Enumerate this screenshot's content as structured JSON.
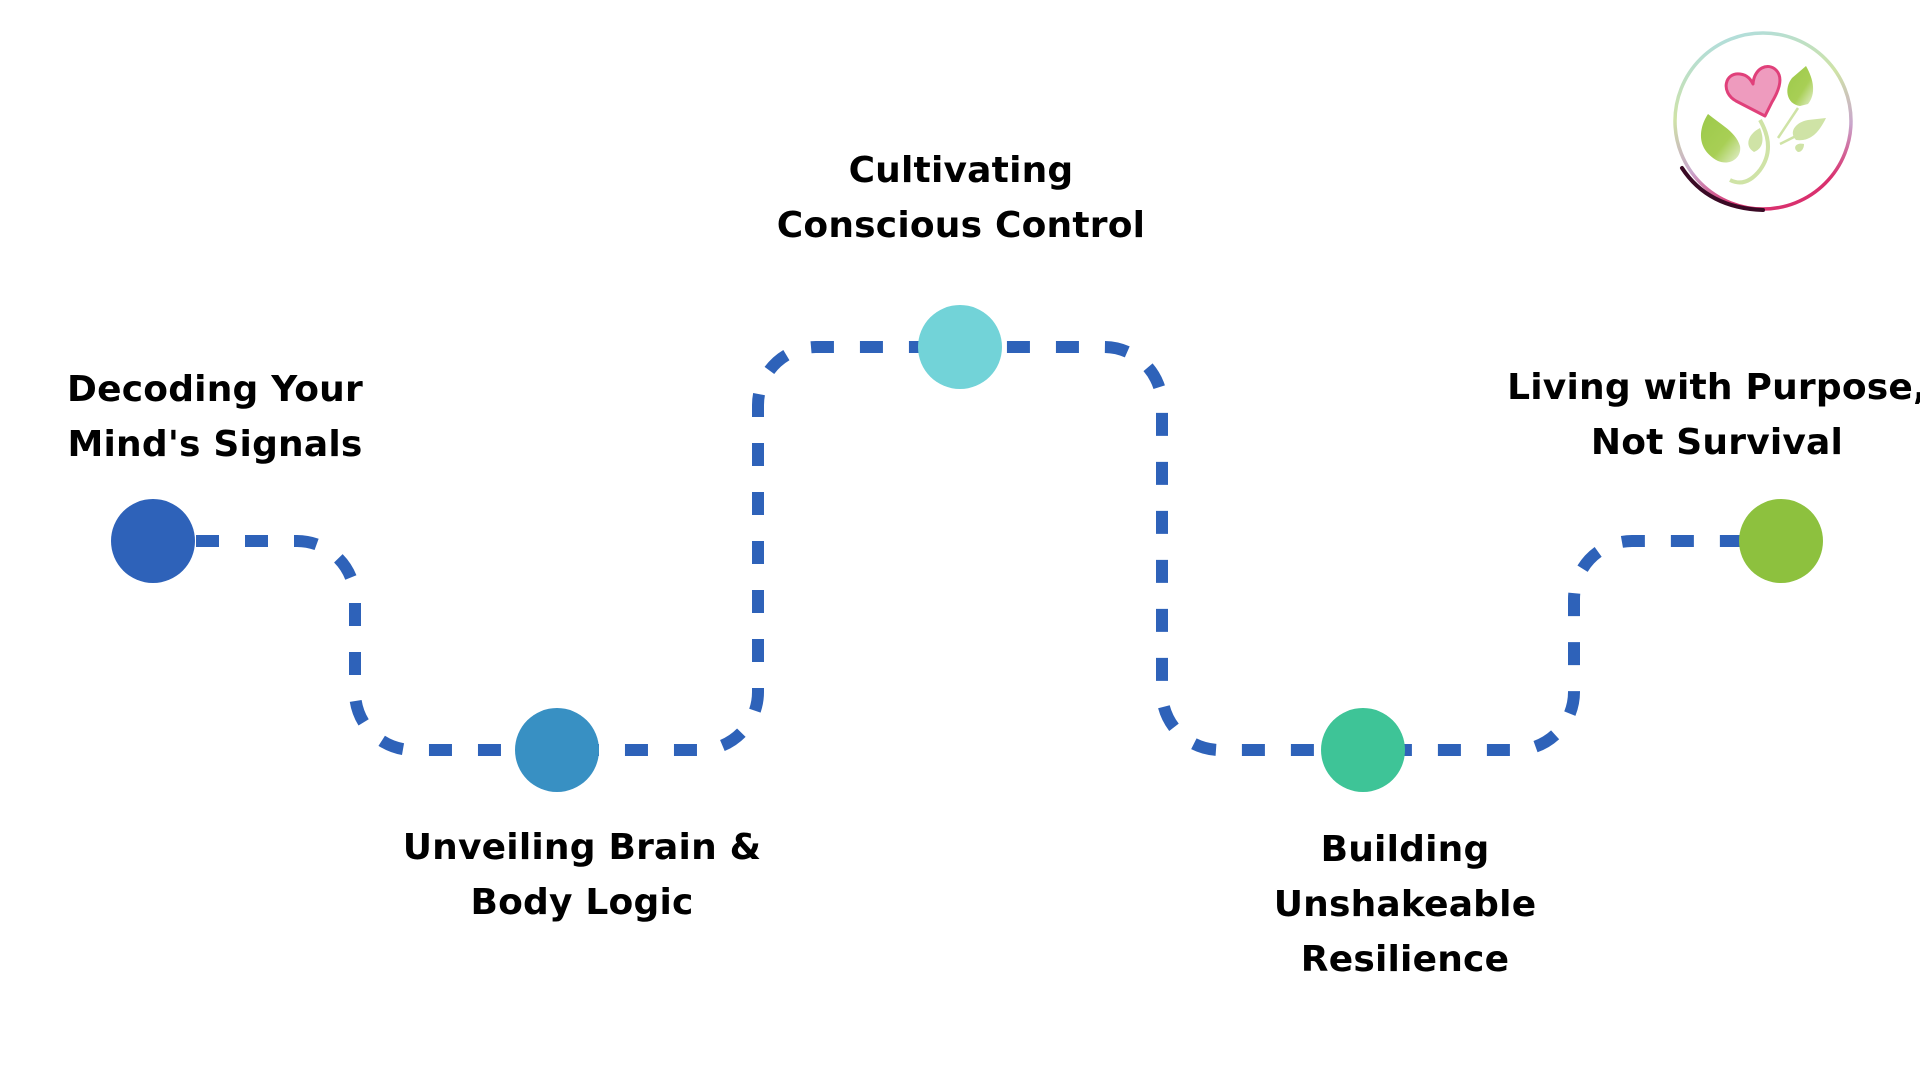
{
  "diagram": {
    "type": "roadmap",
    "path_color": "#2E62B9",
    "steps": [
      {
        "lines": [
          "Decoding Your",
          "Mind's Signals"
        ],
        "color": "#2E62B9",
        "label_position": "above"
      },
      {
        "lines": [
          "Unveiling Brain &",
          "Body Logic"
        ],
        "color": "#3890C3",
        "label_position": "below"
      },
      {
        "lines": [
          "Cultivating",
          "Conscious Control"
        ],
        "color": "#72D3D8",
        "label_position": "above"
      },
      {
        "lines": [
          "Building",
          "Unshakeable",
          "Resilience"
        ],
        "color": "#3EC497",
        "label_position": "below"
      },
      {
        "lines": [
          "Living with Purpose,",
          "Not Survival"
        ],
        "color": "#8DC13E",
        "label_position": "above"
      }
    ]
  },
  "logo": {
    "icon": "heart-with-leaves-logo",
    "colors": {
      "heart": "#EE9BBE",
      "heart_outline": "#E0407A",
      "leaf": "#9CC94A",
      "leaf_light": "#CFE3A6",
      "ring_top": "#A9DCEA",
      "ring_bottom": "#D9306E"
    }
  }
}
